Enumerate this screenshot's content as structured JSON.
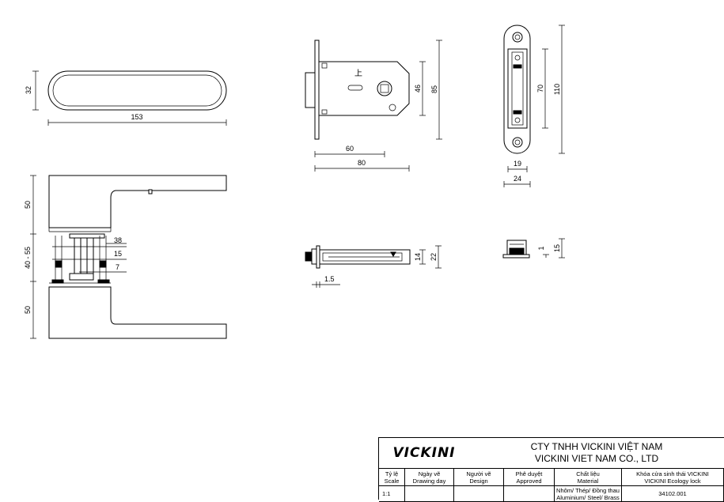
{
  "dimensions": {
    "top_handle_height": "32",
    "top_handle_length": "153",
    "lever_upper": "50",
    "rose_range": "40 - 55",
    "lever_lower": "50",
    "spindle_38": "38",
    "spindle_15": "15",
    "spindle_7": "7",
    "lock_60": "60",
    "lock_80": "80",
    "lock_46": "46",
    "lock_85": "85",
    "strike_70": "70",
    "strike_110": "110",
    "strike_19": "19",
    "strike_24": "24",
    "latch_14": "14",
    "latch_22": "22",
    "latch_1_5": "1.5",
    "strike_side_1": "1",
    "strike_side_15": "15",
    "lock_mark": "上"
  },
  "title_block": {
    "logo": "VICKINI",
    "company_vn": "CTY TNHH VICKINI VIỆT NAM",
    "company_en": "VICKINI VIET NAM CO., LTD",
    "headers": [
      {
        "vn": "Tỷ lệ",
        "en": "Scale"
      },
      {
        "vn": "Ngày vẽ",
        "en": "Drawing day"
      },
      {
        "vn": "Người vẽ",
        "en": "Design"
      },
      {
        "vn": "Phê duyệt",
        "en": "Approved"
      },
      {
        "vn": "Chất liệu",
        "en": "Material"
      },
      {
        "vn": "Khóa cửa sinh thái VICKINI",
        "en": "VICKINI Ecology lock"
      }
    ],
    "values": {
      "scale": "1:1",
      "drawing_day": "",
      "design": "",
      "approved": "",
      "material_vn": "Nhôm/ Thép/ Đồng thau",
      "material_en": "Aluminium/ Steel/ Brass",
      "code": "34102.001"
    }
  }
}
